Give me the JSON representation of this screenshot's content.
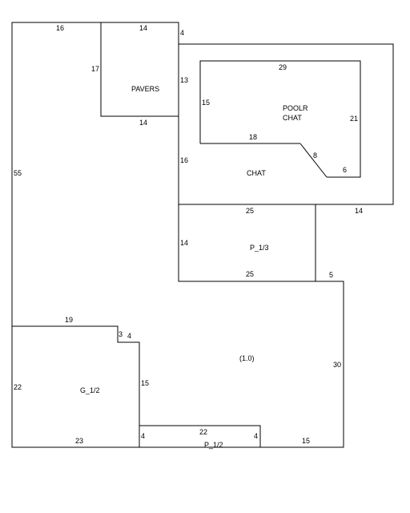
{
  "colors": {
    "line": "#000000",
    "background": "#ffffff"
  },
  "rooms": {
    "pavers": "PAVERS",
    "poolr": "POOLR",
    "poolr_chat": "CHAT",
    "chat": "CHAT",
    "p13": "P_1/3",
    "g12": "G_1/2",
    "p12": "P_1/2",
    "main": "(1.0)"
  },
  "dimensions": {
    "top_left": "16",
    "pavers_top": "14",
    "pavers_left": "17",
    "pavers_bottom": "14",
    "top_step": "4",
    "left_side": "55",
    "chat_left_upper": "13",
    "poolr_left": "15",
    "chat_left_lower": "16",
    "poolr_top": "29",
    "poolr_right": "21",
    "poolr_bottom": "18",
    "poolr_diag": "8",
    "poolr_bottom_right": "6",
    "chat_bottom_right": "14",
    "p13_top": "25",
    "p13_left": "14",
    "p13_bottom": "25",
    "step_5": "5",
    "right_side": "30",
    "g12_top": "19",
    "g12_step_a": "3",
    "g12_step_b": "4",
    "g12_left": "22",
    "g12_right": "15",
    "g12_bottom": "23",
    "p12_top": "22",
    "p12_left": "4",
    "p12_right": "4",
    "bottom_right": "15"
  }
}
